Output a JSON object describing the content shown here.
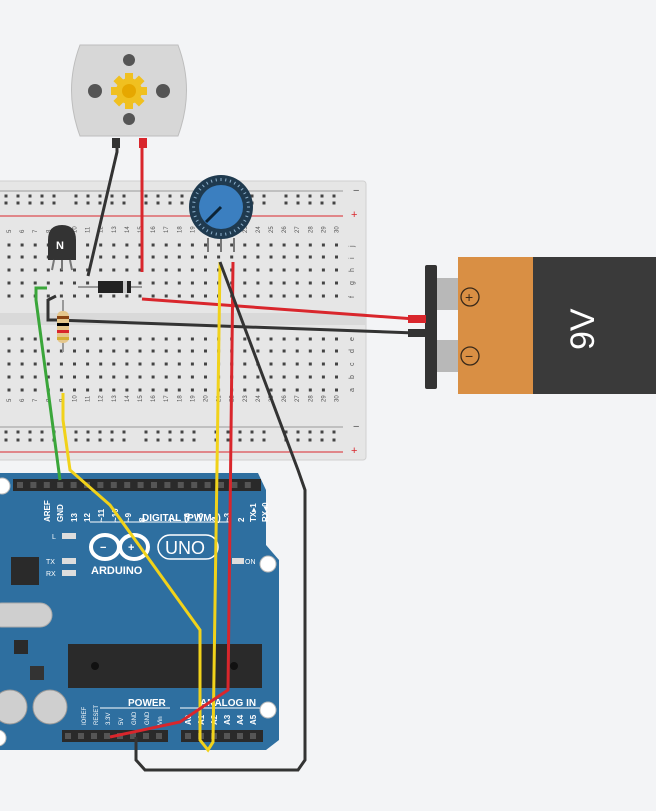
{
  "battery": {
    "voltage_label": "9V",
    "plus_symbol": "+",
    "minus_symbol": "−",
    "body_color": "#d98f44",
    "cap_color": "#3a3a3a"
  },
  "breadboard": {
    "rail_minus": "−",
    "rail_plus": "+",
    "column_numbers": [
      "5",
      "6",
      "7",
      "8",
      "9",
      "10",
      "11",
      "12",
      "13",
      "14",
      "15",
      "16",
      "17",
      "18",
      "19",
      "20",
      "21",
      "22",
      "23",
      "24",
      "25",
      "26",
      "27",
      "28",
      "29",
      "30"
    ],
    "row_letters_top": [
      "j",
      "i",
      "h",
      "g",
      "f"
    ],
    "row_letters_bottom": [
      "e",
      "d",
      "c",
      "b",
      "a"
    ]
  },
  "transistor": {
    "label": "N"
  },
  "arduino": {
    "brand": "ARDUINO",
    "model": "UNO",
    "digital_header_label": "DIGITAL (PWM~)",
    "digital_pins": [
      "AREF",
      "GND",
      "13",
      "12",
      "~11",
      "~10",
      "~9",
      "8",
      "7",
      "~6",
      "~5",
      "4",
      "~3",
      "2",
      "TX▸1",
      "RX◂0"
    ],
    "power_label": "POWER",
    "power_pins": [
      "IOREF",
      "RESET",
      "3.3V",
      "5V",
      "GND",
      "GND",
      "Vin"
    ],
    "analog_label": "ANALOG IN",
    "analog_pins": [
      "A0",
      "A1",
      "A2",
      "A3",
      "A4",
      "A5"
    ],
    "led_l": "L",
    "led_tx": "TX",
    "led_rx": "RX",
    "on_label": "ON",
    "board_color": "#2e6fa0"
  },
  "wires": {
    "red": "#d9262c",
    "black": "#333333",
    "yellow": "#f1d21a",
    "green": "#3aa63a"
  }
}
